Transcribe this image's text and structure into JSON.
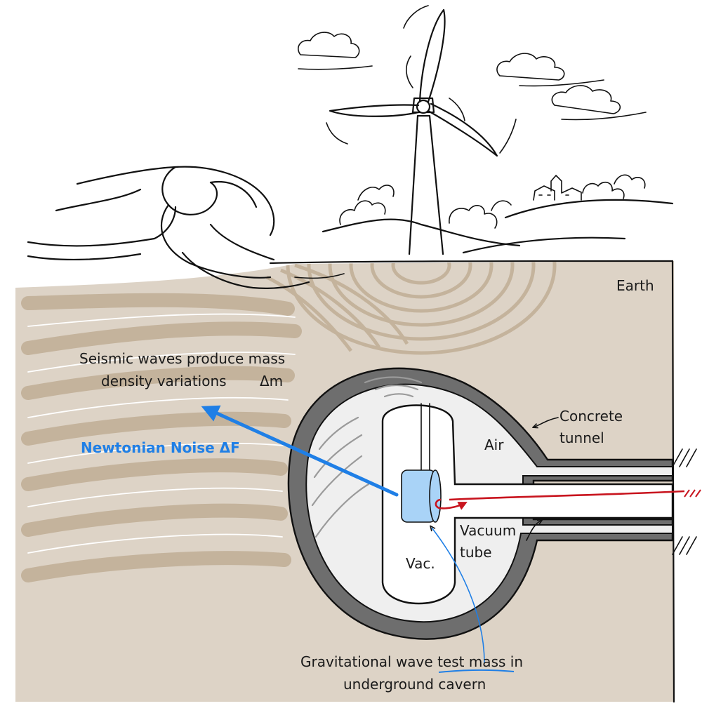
{
  "labels": {
    "earth": "Earth",
    "seismic_line1": "Seismic waves produce mass",
    "seismic_line2": "density variations",
    "delta_m": "Δm",
    "newtonian_noise": "Newtonian Noise ΔF",
    "concrete_line1": "Concrete",
    "concrete_line2": "tunnel",
    "air": "Air",
    "vacuum_line1": "Vacuum",
    "vacuum_line2": "tube",
    "vac": "Vac.",
    "gw_line1_pre": "Gravitational wave ",
    "gw_line1_mid": "test mass",
    "gw_line1_post": " in",
    "gw_line2": "underground cavern"
  },
  "colors": {
    "earth": "#ddd3c6",
    "seismic_band": "#c4b39c",
    "concrete": "#6e6e6e",
    "air": "#efefef",
    "noise_arrow": "#1f7fe6",
    "test_mass": "#a9d3f7",
    "laser": "#c8141e"
  },
  "icons": [
    "wind-turbine-icon",
    "cloud-icon",
    "farmhouse-icon",
    "ocean-wave-icon"
  ]
}
